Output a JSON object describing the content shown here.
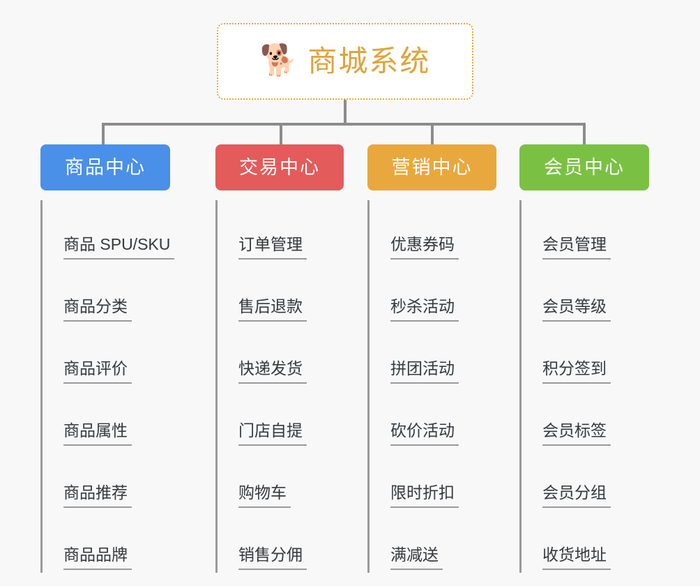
{
  "root": {
    "icon": "dog-face-emoji",
    "icon_glyph": "🐕",
    "title": "商城系统",
    "title_color": "#e0a33c",
    "border_color": "#e8a83e"
  },
  "canvas": {
    "background": "#f8f8f8",
    "connector_color": "#8c8c8c",
    "rail_color": "#9a9a9a",
    "leaf_text_color": "#35393d"
  },
  "branches": [
    {
      "label": "商品中心",
      "color": "#4a90e8",
      "items": [
        "商品 SPU/SKU",
        "商品分类",
        "商品评价",
        "商品属性",
        "商品推荐",
        "商品品牌"
      ]
    },
    {
      "label": "交易中心",
      "color": "#e35b5b",
      "items": [
        "订单管理",
        "售后退款",
        "快递发货",
        "门店自提",
        "购物车",
        "销售分佣"
      ]
    },
    {
      "label": "营销中心",
      "color": "#e8a83e",
      "items": [
        "优惠券码",
        "秒杀活动",
        "拼团活动",
        "砍价活动",
        "限时折扣",
        "满减送"
      ]
    },
    {
      "label": "会员中心",
      "color": "#7ac143",
      "items": [
        "会员管理",
        "会员等级",
        "积分签到",
        "会员标签",
        "会员分组",
        "收货地址"
      ]
    }
  ]
}
